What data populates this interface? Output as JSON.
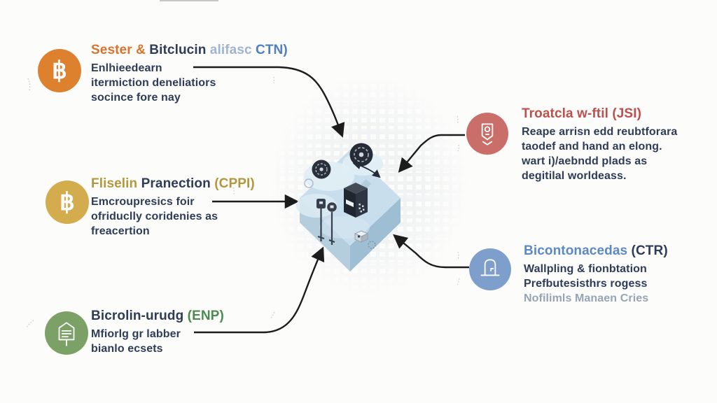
{
  "page": {
    "background": "#fcfcfb",
    "arrow_color": "#1c1c1c"
  },
  "center": {
    "illustration": "isometric-crypto-cube"
  },
  "callouts": [
    {
      "id": "top-left",
      "icon": {
        "name": "bitcoin-icon",
        "bg": "#de812f",
        "glyph": "฿"
      },
      "title_parts": [
        {
          "text": "Sester & ",
          "color": "#d9732e"
        },
        {
          "text": "Bitclucin ",
          "color": "#2e3c57"
        },
        {
          "text": "alifasc ",
          "color": "#9fb3d2"
        },
        {
          "text": "CTN)",
          "color": "#4e7fc0"
        }
      ],
      "body_lines": [
        {
          "text": "Enlhieedearn"
        },
        {
          "text": "itermiction deneliatiors"
        },
        {
          "text": "socince fore nay"
        }
      ]
    },
    {
      "id": "mid-left",
      "icon": {
        "name": "bitcoin-coin-icon",
        "bg": "#d2ac4d",
        "glyph": "฿"
      },
      "title_parts": [
        {
          "text": "Fliselin ",
          "color": "#b3973f"
        },
        {
          "text": "Pranection ",
          "color": "#2e3c57"
        },
        {
          "text": "(CPPI)",
          "color": "#b3973f"
        }
      ],
      "body_lines": [
        {
          "text": "Emcroupresics foir"
        },
        {
          "text": "ofriduclly coridenies as"
        },
        {
          "text": "freacertion"
        }
      ]
    },
    {
      "id": "bottom-left",
      "icon": {
        "name": "tag-document-icon",
        "bg": "#7ca167"
      },
      "title_parts": [
        {
          "text": "Bicrolin-urudg ",
          "color": "#2e3c57"
        },
        {
          "text": "(ENP)",
          "color": "#4d8a4f"
        }
      ],
      "body_lines": [
        {
          "text": "Mfiorlg gr labber"
        },
        {
          "text": "bianlo ecsets"
        }
      ]
    },
    {
      "id": "top-right",
      "icon": {
        "name": "shield-badge-icon",
        "bg": "#ca6e6a"
      },
      "title_parts": [
        {
          "text": "Troatcla w-ftil (JSI)",
          "color": "#bf4f4c"
        }
      ],
      "body_lines": [
        {
          "text": "Reape arrisn edd reubtforara"
        },
        {
          "text": "taodef and hand an elong."
        },
        {
          "text": "wart i)/aebndd plads as"
        },
        {
          "text": "degitilal worldeass."
        }
      ]
    },
    {
      "id": "mid-right",
      "icon": {
        "name": "arch-lock-icon",
        "bg": "#7e9fcb"
      },
      "title_parts": [
        {
          "text": "Bicontonacedas ",
          "color": "#5d88c6"
        },
        {
          "text": "(CTR)",
          "color": "#2e3c57"
        }
      ],
      "body_lines": [
        {
          "text": "Wallpling & fionbtation"
        },
        {
          "text": "Prefbutesisthrs rogess"
        },
        {
          "text": "Nofilimls Manaen Cries",
          "color": "#97a3b6"
        }
      ]
    }
  ]
}
